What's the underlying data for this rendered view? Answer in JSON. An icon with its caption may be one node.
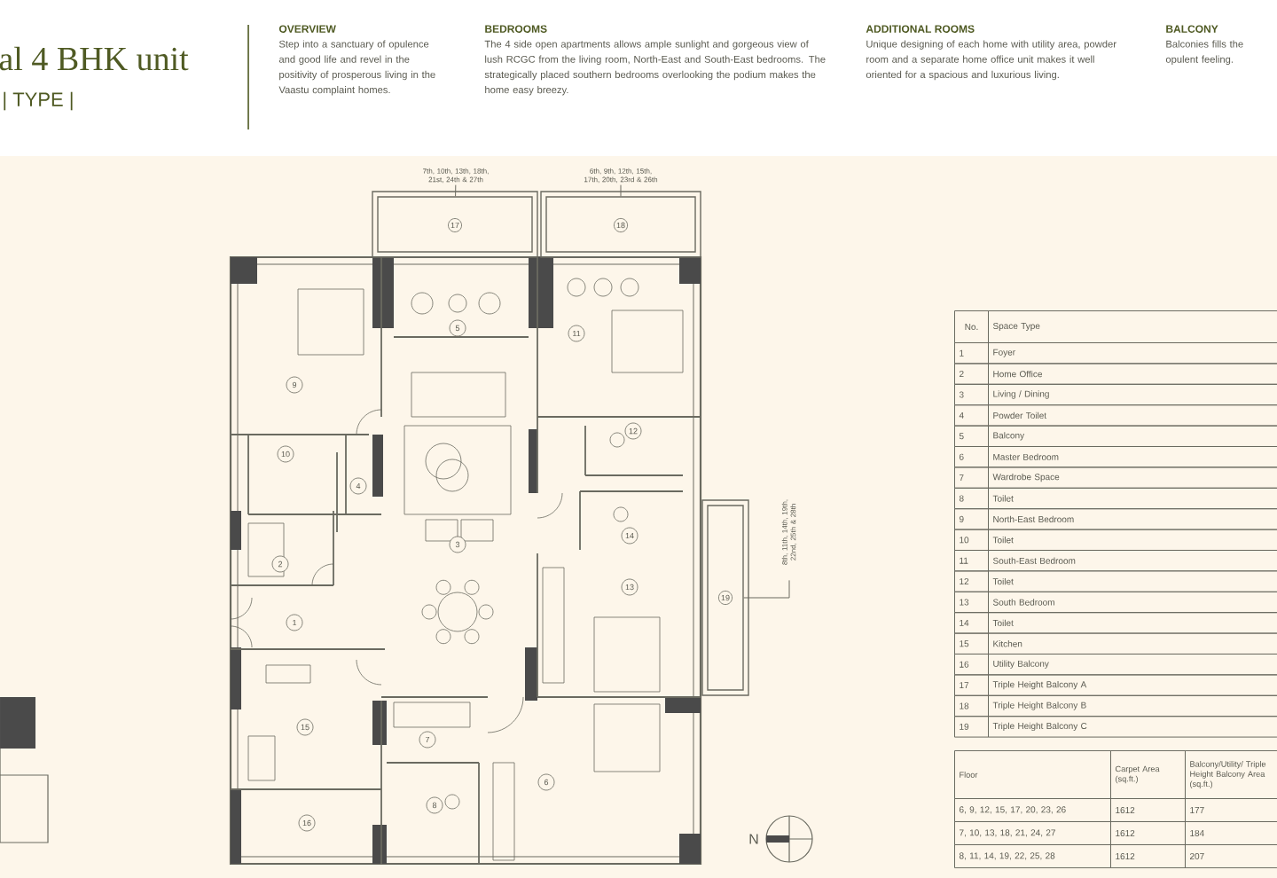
{
  "diagram": {
    "title": "al 4 BHK unit",
    "nodes": [
      {
        "text": [
          "7th, 10th, 13th, 18th, 21st, 24th & 27th"
        ]
      },
      {
        "text": [
          "17"
        ]
      },
      {
        "text": [
          "6th, 9th, 12th, 15th, 17th, 20th, 23rd & 26th"
        ]
      },
      {
        "text": [
          "18"
        ]
      },
      {
        "text": [
          "8th, 11th, 14th, 19th, 22nd, 25th & 28th"
        ]
      },
      {
        "text": [
          "19"
        ]
      }
    ],
    "edges": [
      {
        "from": 0,
        "to": 1,
        "arrow": "none"
      },
      {
        "from": 2,
        "to": 3,
        "arrow": "none"
      },
      {
        "from": 4,
        "to": 5,
        "arrow": "none"
      }
    ],
    "labels": [
      "| TYPE |",
      "OVERVIEW",
      "Step into a sanctuary of opulence and good life and revel in the positivity of prosperous living in the Vaastu complaint homes.",
      "BEDROOMS",
      "The 4 side open apartments allows ample sunlight and gorgeous view of lush RCGC from the living room, North-East and South-East bedrooms. The strategically placed southern bedrooms overlooking the podium makes the home easy breezy.",
      "ADDITIONAL ROOMS",
      "Unique designing of each home with utility area, powder room and a separate home office unit makes it well oriented for a spacious and luxurious living.",
      "BALCONY",
      "Balconies fills the opulent feeling.",
      "1",
      "2",
      "3",
      "4",
      "5",
      "6",
      "7",
      "8",
      "9",
      "10",
      "11",
      "12",
      "13",
      "14",
      "15",
      "16",
      "No.",
      "Space Type",
      "1",
      "Foyer",
      "2",
      "Home Office",
      "3",
      "Living / Dining",
      "4",
      "Powder Toilet",
      "5",
      "Balcony",
      "6",
      "Master Bedroom",
      "7",
      "Wardrobe Space",
      "8",
      "Toilet",
      "9",
      "North-East Bedroom",
      "10",
      "Toilet",
      "11",
      "South-East Bedroom",
      "12",
      "Toilet",
      "13",
      "South Bedroom",
      "14",
      "Toilet",
      "15",
      "Kitchen",
      "16",
      "Utility Balcony",
      "17",
      "Triple Height Balcony A",
      "18",
      "Triple Height Balcony B",
      "19",
      "Triple Height Balcony C",
      "Floor",
      "Carpet Area (sq.ft.)",
      "Balcony/Utility/ Triple Height Balcony Area (sq.ft.)",
      "6, 9, 12, 15, 17, 20, 23, 26",
      "1612",
      "177",
      "7, 10, 13, 18, 21, 24, 27",
      "1612",
      "184",
      "8, 11, 14, 19, 22, 25, 28",
      "1612",
      "207",
      "N"
    ]
  }
}
